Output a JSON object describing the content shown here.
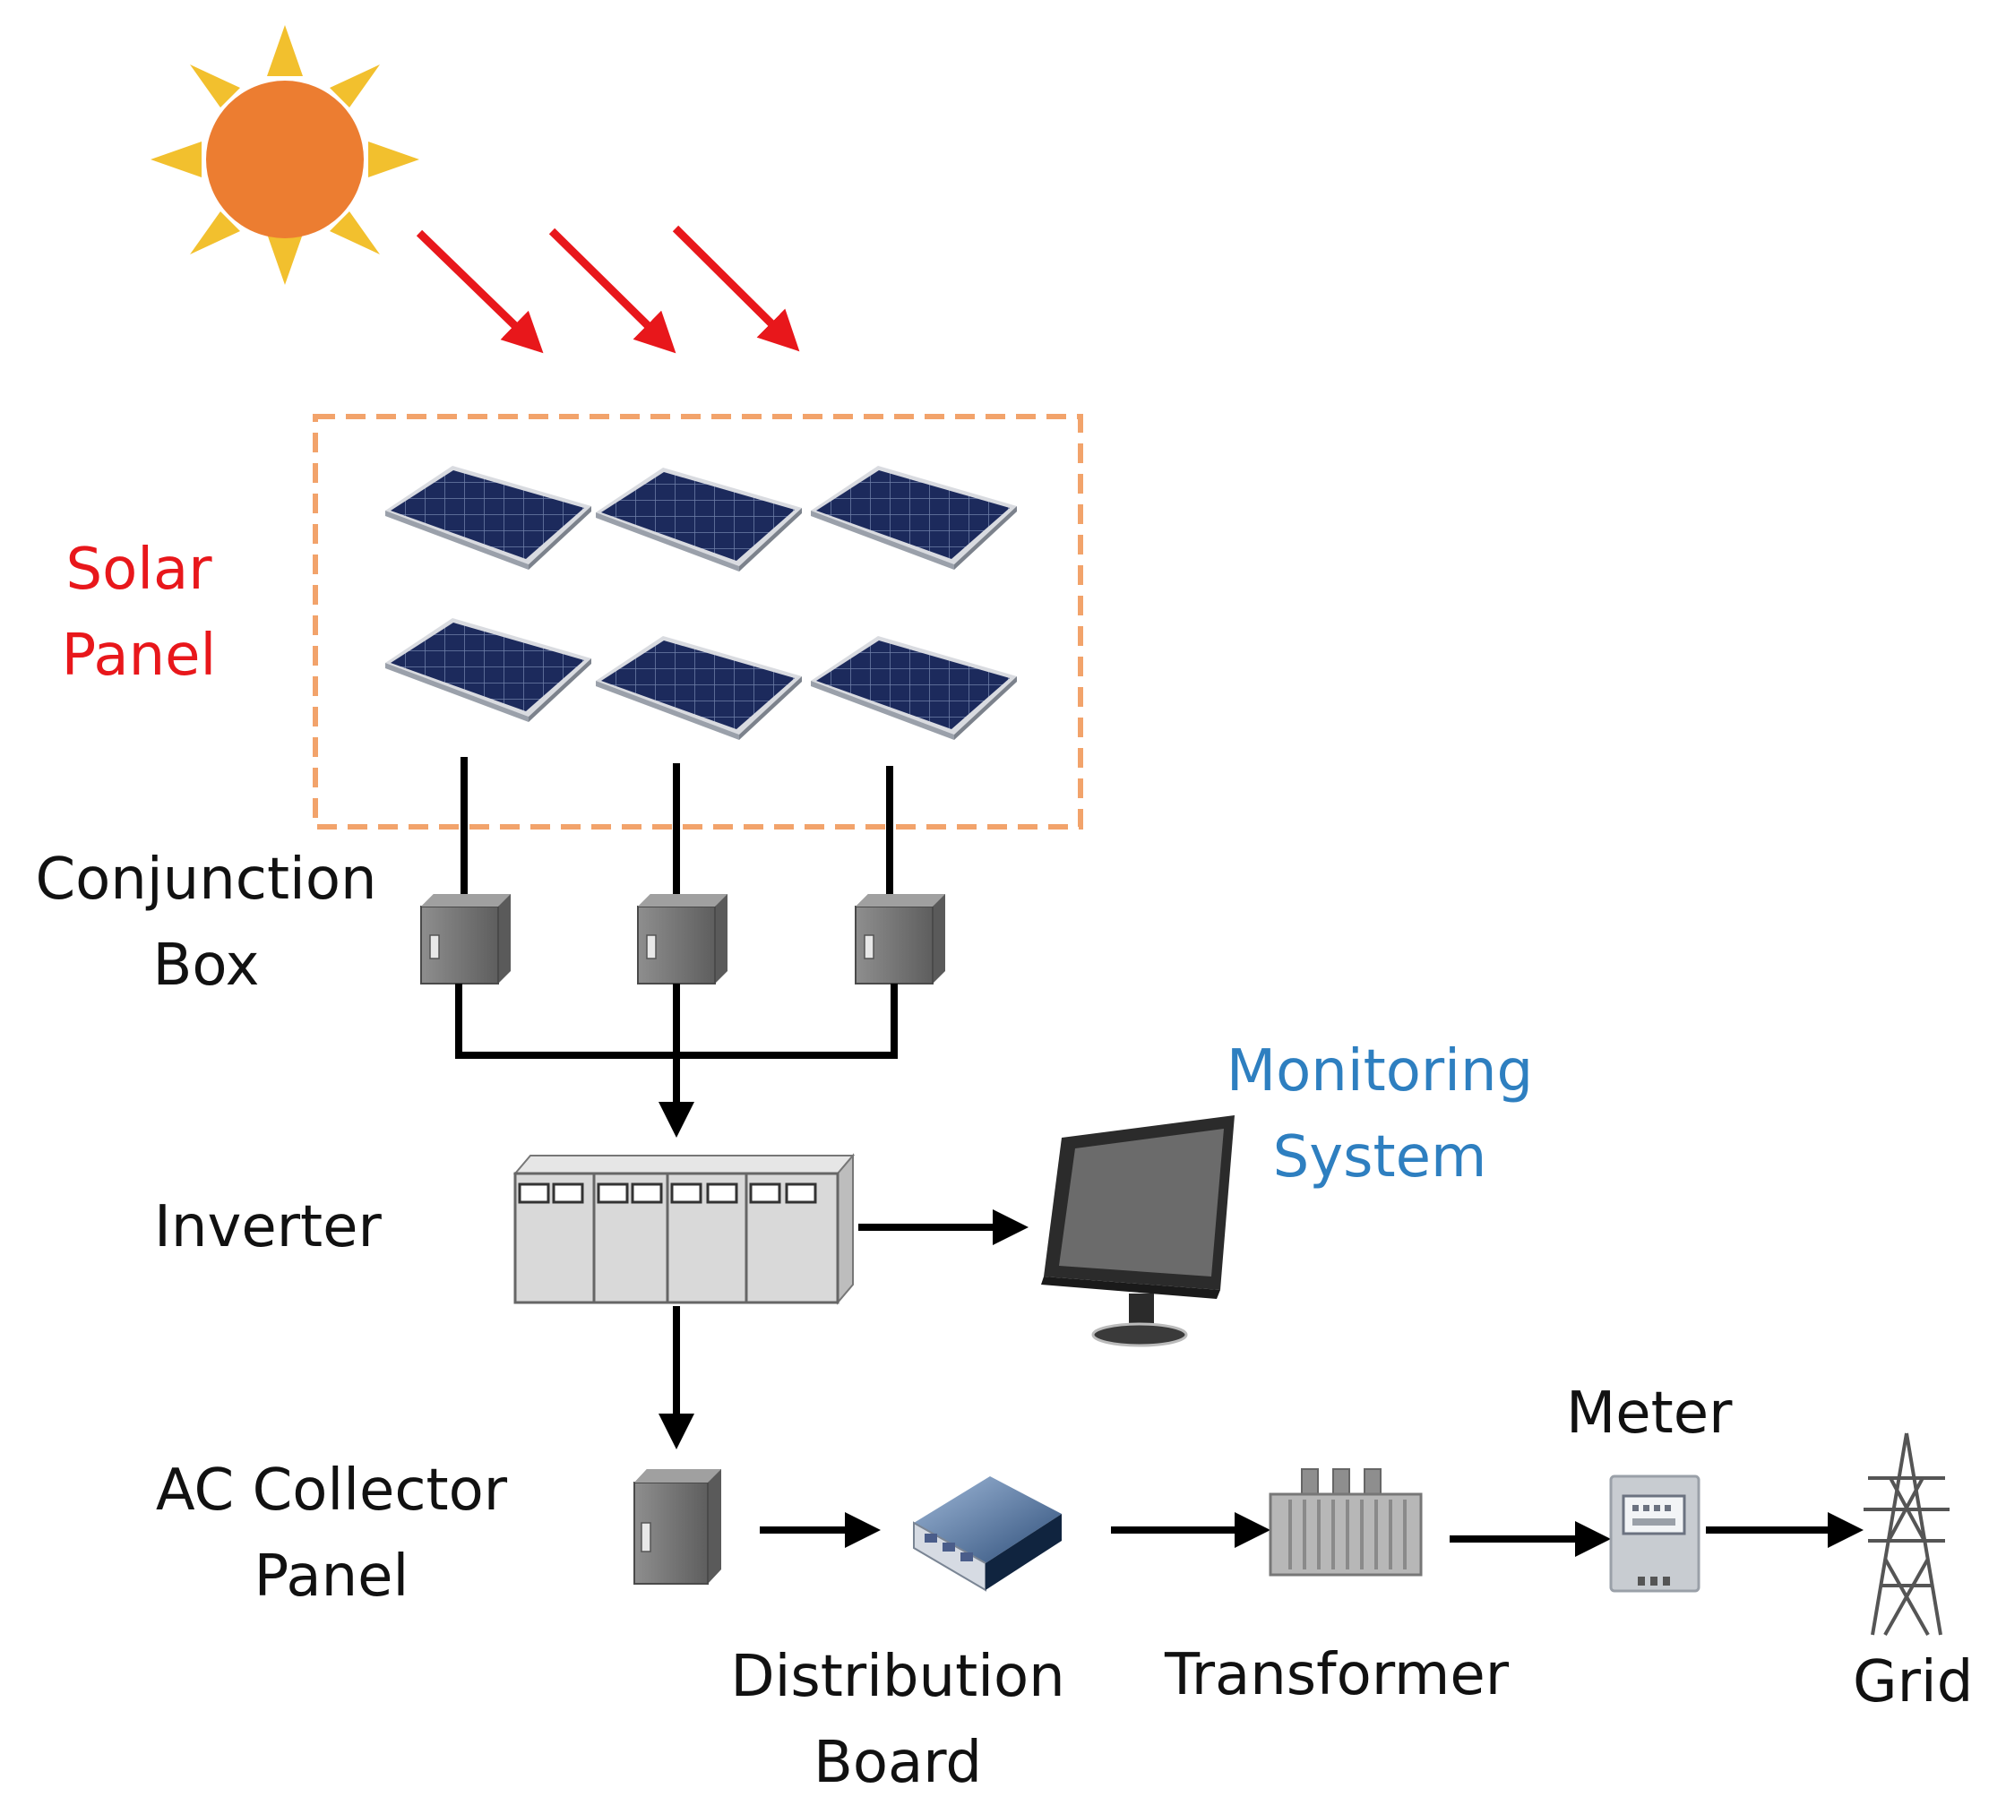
{
  "labels": {
    "solar_panel": [
      "Solar",
      "Panel"
    ],
    "conjunction_box": [
      "Conjunction",
      "Box"
    ],
    "inverter": "Inverter",
    "monitoring_system": [
      "Monitoring",
      "System"
    ],
    "ac_collector_panel": [
      "AC Collector",
      "Panel"
    ],
    "distribution_board": [
      "Distribution",
      "Board"
    ],
    "transformer": "Transformer",
    "meter": "Meter",
    "grid": "Grid"
  },
  "colors": {
    "sun": "#EC7D31",
    "sun_rays": "#F2C02E",
    "light_arrows": "#E8171B",
    "solar_label": "#E8171B",
    "monitoring_label": "#2E7FC0",
    "panel_boundary": "#F2A36B",
    "panel_cells": "#1C2A5C",
    "connectors": "#000000"
  },
  "icons": [
    "sun-icon",
    "solar-panel-icon",
    "junction-box-icon",
    "inverter-icon",
    "monitor-icon",
    "ac-collector-icon",
    "distribution-board-icon",
    "transformer-icon",
    "meter-icon",
    "transmission-tower-icon"
  ]
}
